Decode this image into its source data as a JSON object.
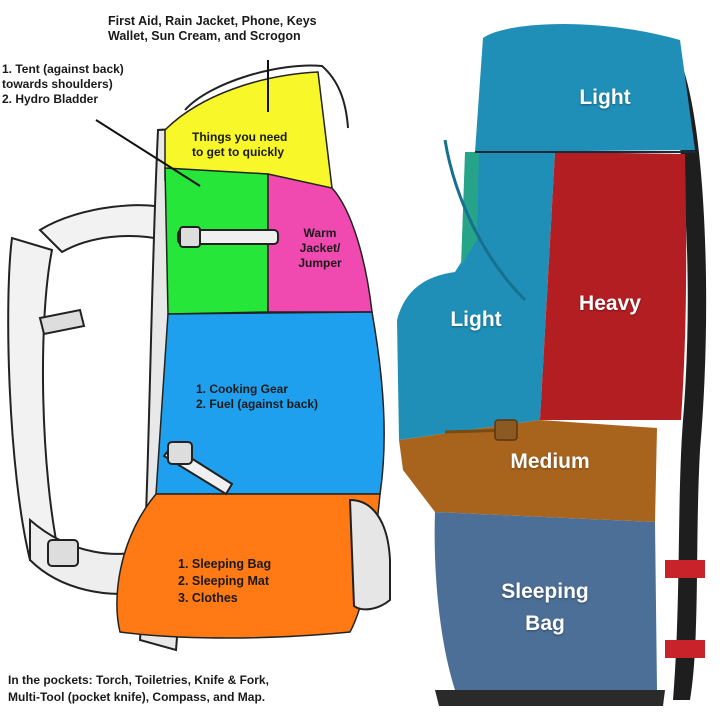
{
  "left_diagram": {
    "top_note_line1": "First Aid, Rain Jacket, Phone, Keys",
    "top_note_line2": "Wallet, Sun Cream, and Scrogon",
    "side_note_line1": "1. Tent (against back)",
    "side_note_line2": "towards shoulders)",
    "side_note_line3": "2. Hydro Bladder",
    "yellow_line1": "Things you need",
    "yellow_line2": "to get to quickly",
    "pink_line1": "Warm",
    "pink_line2": "Jacket/",
    "pink_line3": "Jumper",
    "blue_line1": "1. Cooking Gear",
    "blue_line2": "2. Fuel (against back)",
    "orange_line1": "1. Sleeping Bag",
    "orange_line2": "2. Sleeping Mat",
    "orange_line3": "3. Clothes",
    "bottom_note_line1": "In the pockets: Torch, Toiletries, Knife & Fork,",
    "bottom_note_line2": "Multi-Tool (pocket knife), Compass, and Map.",
    "colors": {
      "yellow": "#f7f72a",
      "green": "#27e63a",
      "pink": "#f04ab0",
      "blue": "#1fa0ee",
      "orange": "#ff7a14"
    }
  },
  "right_photo": {
    "zone_top": "Light",
    "zone_left": "Light",
    "zone_center": "Heavy",
    "zone_medium": "Medium",
    "zone_bottom_line1": "Sleeping",
    "zone_bottom_line2": "Bag",
    "colors": {
      "light": "#1f8fb8",
      "heavy": "#b31e22",
      "medium": "#a8641d",
      "sleeping": "#4b6f96"
    }
  }
}
